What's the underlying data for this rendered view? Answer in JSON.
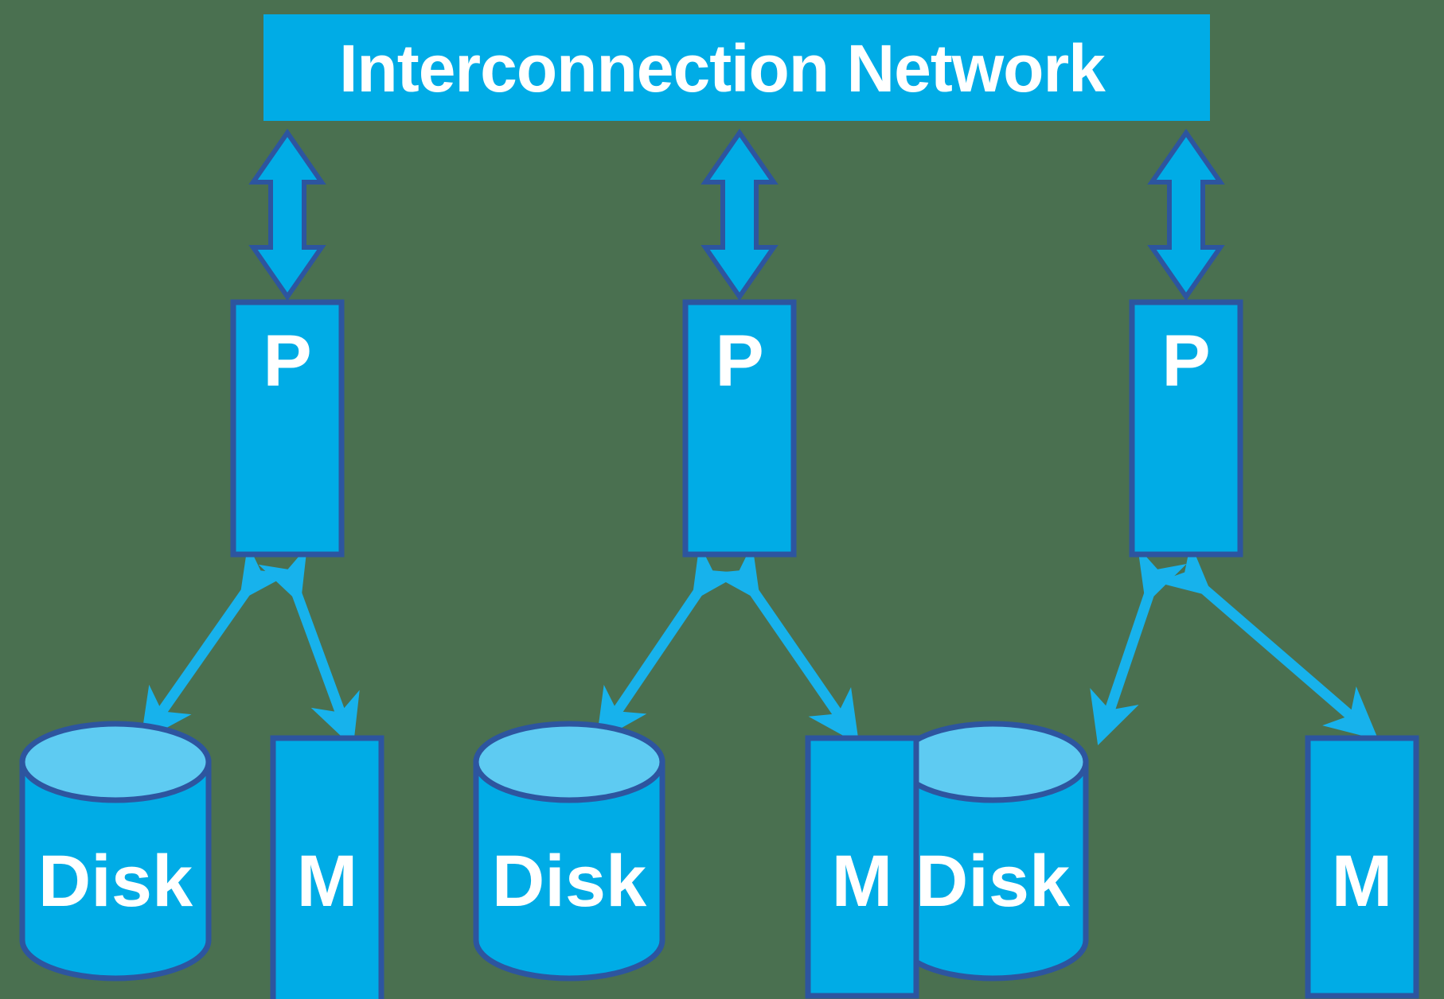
{
  "diagram": {
    "type": "architecture-block-diagram",
    "title": "Interconnection Network",
    "background_color": "#4a7050",
    "palette": {
      "fill": "#00ace6",
      "fill_alt": "#5ecbf2",
      "stroke": "#2d559f",
      "arrow": "#17b2ec",
      "text": "#ffffff"
    },
    "network_bar": {
      "label": "Interconnection Network",
      "fill": "#00ace6",
      "text_color": "#ffffff"
    },
    "nodes": [
      {
        "id": "node-1",
        "processor": {
          "label": "P"
        },
        "disk": {
          "label": "Disk"
        },
        "memory": {
          "label": "M"
        }
      },
      {
        "id": "node-2",
        "processor": {
          "label": "P"
        },
        "disk": {
          "label": "Disk"
        },
        "memory": {
          "label": "M"
        }
      },
      {
        "id": "node-3",
        "processor": {
          "label": "P"
        },
        "disk": {
          "label": "Disk"
        },
        "memory": {
          "label": "M"
        }
      }
    ],
    "connections": [
      {
        "from": "network_bar",
        "to": "node-1.processor",
        "style": "double-arrow-vertical"
      },
      {
        "from": "network_bar",
        "to": "node-2.processor",
        "style": "double-arrow-vertical"
      },
      {
        "from": "network_bar",
        "to": "node-3.processor",
        "style": "double-arrow-vertical"
      },
      {
        "from": "node-1.processor",
        "to": "node-1.disk",
        "style": "double-arrow-diagonal"
      },
      {
        "from": "node-1.processor",
        "to": "node-1.memory",
        "style": "double-arrow-diagonal"
      },
      {
        "from": "node-2.processor",
        "to": "node-2.disk",
        "style": "double-arrow-diagonal"
      },
      {
        "from": "node-2.processor",
        "to": "node-2.memory",
        "style": "double-arrow-diagonal"
      },
      {
        "from": "node-3.processor",
        "to": "node-3.disk",
        "style": "double-arrow-diagonal"
      },
      {
        "from": "node-3.processor",
        "to": "node-3.memory",
        "style": "double-arrow-diagonal"
      }
    ]
  }
}
